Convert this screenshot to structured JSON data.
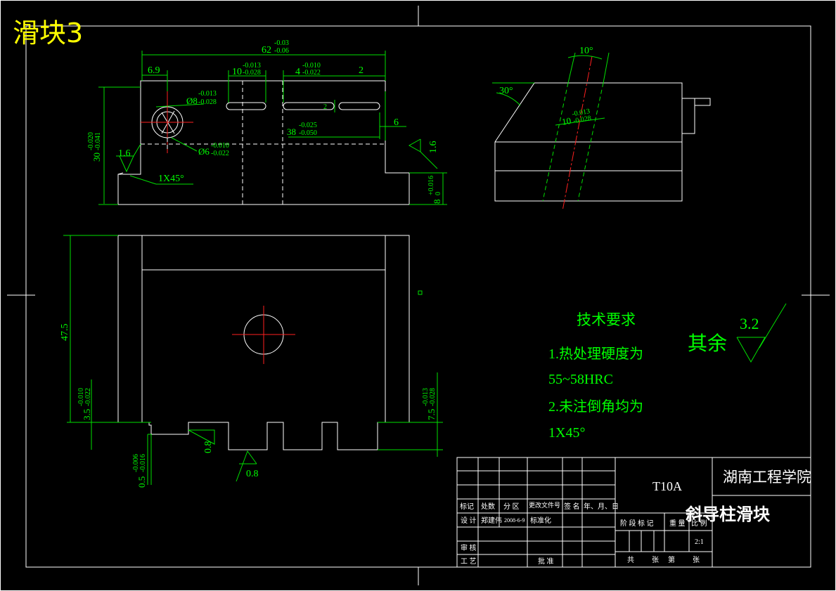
{
  "sheet_title": "滑块3",
  "dimensions": {
    "overall_length": "62",
    "overall_tol_upper": "-0.03",
    "overall_tol_lower": "-0.06",
    "left_offset": "6.9",
    "slot_a": "10",
    "slot_a_tol_upper": "-0.013",
    "slot_a_tol_lower": "-0.028",
    "slot_b": "4",
    "slot_b_tol_upper": "-0.010",
    "slot_b_tol_lower": "-0.022",
    "right_gap": "2",
    "hole_large": "Ø8",
    "hole_large_tol_upper": "-0.013",
    "hole_large_tol_lower": "-0.028",
    "hole_small": "Ø6",
    "hole_small_tol_upper": "-0.010",
    "hole_small_tol_lower": "-0.022",
    "slot_width": "2",
    "slot_span": "38",
    "slot_span_tol_upper": "-0.025",
    "slot_span_tol_lower": "-0.050",
    "step": "6",
    "height": "30",
    "height_tol_upper": "-0.020",
    "height_tol_lower": "-0.041",
    "base_height": "8",
    "base_tol_upper": "+0.016",
    "base_tol_lower": "0",
    "chamfer": "1X45°",
    "roughness_left": "1.6",
    "roughness_right": "1.6",
    "side_angle": "30°",
    "side_angle_top": "10°",
    "side_slot": "10",
    "side_slot_tol_upper": "-0.013",
    "side_slot_tol_lower": "-0.028",
    "bottom_height": "47.5",
    "bottom_left": "3.5",
    "bottom_left_tol_upper": "-0.010",
    "bottom_left_tol_lower": "-0.022",
    "bottom_right": "7.5",
    "bottom_right_tol_upper": "-0.013",
    "bottom_right_tol_lower": "-0.028",
    "bottom_step": "0.5",
    "bottom_step_tol_upper": "-0.006",
    "bottom_step_tol_lower": "-0.016",
    "roughness_b1": "0.8",
    "roughness_b2": "0.8"
  },
  "tech": {
    "heading": "技术要求",
    "line1": "1.热处理硬度为",
    "line2": "55~58HRC",
    "line3": "2.未注倒角均为",
    "line4": "1X45°"
  },
  "roughness_rest": {
    "label": "其余",
    "value": "3.2"
  },
  "title_block": {
    "material": "T10A",
    "school": "湖南工程学院",
    "part_name": "斜导柱滑块",
    "scale": "2:1",
    "header_cells": [
      "标记",
      "处数",
      "分 区",
      "更改文件号",
      "签 名",
      "年、月、日"
    ],
    "design_label": "设 计",
    "designer": "郑建伟",
    "date": "2008-6-9",
    "std_label": "标准化",
    "review_label": "审 核",
    "process_label": "工 艺",
    "approve_label": "批 准",
    "stage_labels": [
      "阶 段 标 记",
      "重 量",
      "比 例"
    ],
    "sheet_count": [
      "共",
      "张",
      "第",
      "张"
    ]
  }
}
